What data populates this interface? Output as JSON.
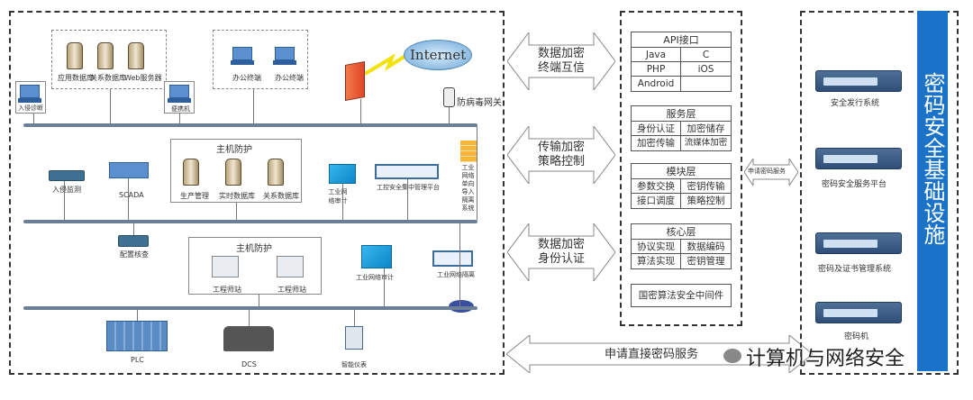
{
  "left": {
    "top_group": [
      "应用数据库",
      "关系数据库",
      "Web服务器"
    ],
    "office": [
      "办公终端",
      "办公终端"
    ],
    "intrusion_diag": "入侵诊断",
    "laptop": "便携机",
    "internet": "Internet",
    "antivirus_gw": "防病毒网关",
    "host_protect_1": {
      "title": "主机防护",
      "items": [
        "生产管理",
        "实时数据库",
        "关系数据库"
      ]
    },
    "intrusion_monitor": "入侵监测",
    "scada": "SCADA",
    "net_audit_1": "工业网络审计",
    "ics_platform": "工控安全集中管理平台",
    "one_way": "工业网络单向导入隔离系统",
    "config_check": "配置核查",
    "host_protect_2": {
      "title": "主机防护",
      "items": [
        "工程师站",
        "工程师站"
      ]
    },
    "net_audit_2": "工业网络审计",
    "net_isolation": "工业网络隔离",
    "bottom": [
      "PLC",
      "DCS",
      "智能仪表"
    ]
  },
  "arrows": [
    "数据加密\n终端互信",
    "传输加密\n策略控制",
    "数据加密\n身份认证"
  ],
  "bottom_arrow": "申请直接密码服务",
  "side_arrow": "申请密码服务",
  "middle": {
    "api": {
      "title": "API接口",
      "items": [
        "Java",
        "C",
        "PHP",
        "iOS",
        "Android",
        ""
      ]
    },
    "service": {
      "title": "服务层",
      "items": [
        "身份认证",
        "加密储存",
        "加密传输",
        "流媒体加密"
      ]
    },
    "module": {
      "title": "模块层",
      "items": [
        "参数交换",
        "密钥传输",
        "接口调度",
        "策略控制"
      ]
    },
    "core": {
      "title": "核心层",
      "items": [
        "协议实现",
        "数据编码",
        "算法实现",
        "密钥管理"
      ]
    },
    "middleware": "国密算法安全中间件"
  },
  "right": {
    "devices": [
      "安全发行系统",
      "密码安全服务平台",
      "密码及证书管理系统",
      "密码机"
    ],
    "banner": "密码安全基础设施",
    "banner_color": "#1a73c8"
  },
  "watermark": "计算机与网络安全"
}
